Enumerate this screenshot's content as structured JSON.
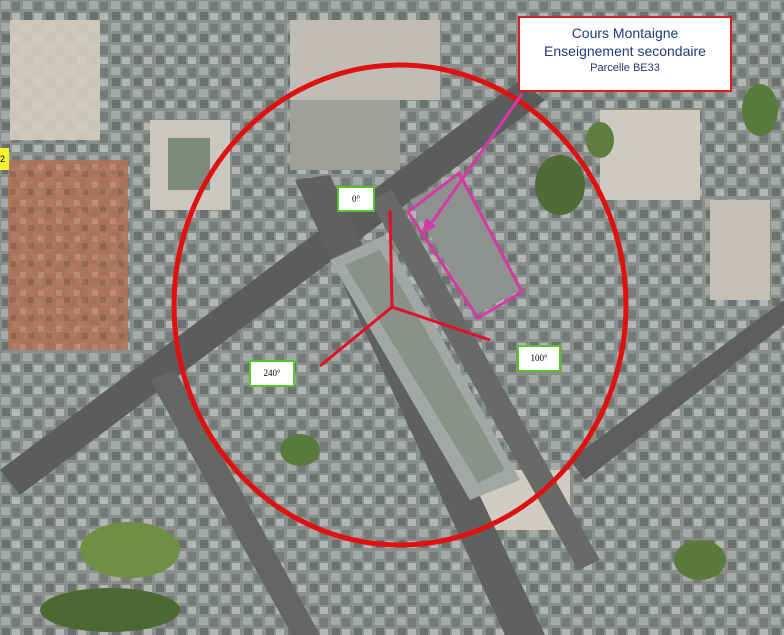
{
  "callout": {
    "line1": "Cours Montaigne",
    "line2": "Enseignement secondaire",
    "line3": "Parcelle BE33"
  },
  "azimuths": {
    "north": "0°",
    "east": "100°",
    "southwest": "240°"
  },
  "edge_marker": {
    "text": "2"
  },
  "colors": {
    "zone_circle": "#e01010",
    "sector_lines": "#e0102a",
    "parcel_outline": "#d43aa6",
    "label_border": "#57c32a",
    "callout_text": "#1f3b7a"
  }
}
